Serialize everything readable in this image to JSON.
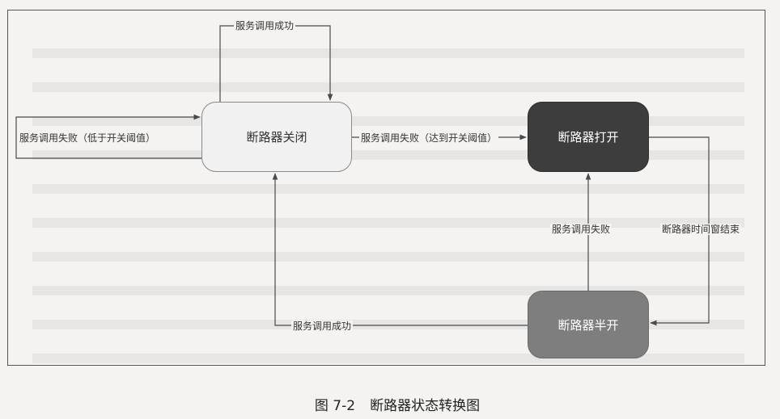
{
  "nodes": {
    "closed": "断路器关闭",
    "open": "断路器打开",
    "half_open": "断路器半开"
  },
  "edges": {
    "closed_self_success": "服务调用成功",
    "closed_self_failure": "服务调用失败（低于开关阈值）",
    "closed_to_open": "服务调用失败（达到开关阈值）",
    "half_open_to_open": "服务调用失败",
    "open_to_half_open": "断路器时间窗结束",
    "half_open_to_closed": "服务调用成功"
  },
  "caption": {
    "number": "图 7-2",
    "title": "断路器状态转换图"
  },
  "colors": {
    "closed_fill": "#f1f1f1",
    "open_fill": "#3d3d3d",
    "half_open_fill": "#7e7e7e",
    "line": "#4a4a4a"
  }
}
